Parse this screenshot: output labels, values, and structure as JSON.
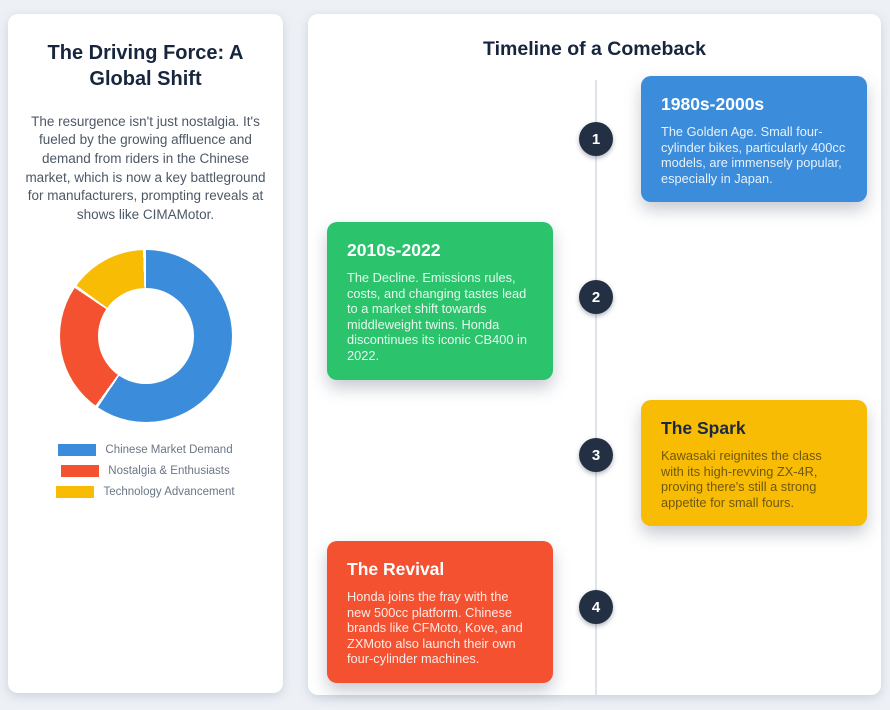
{
  "colors": {
    "page_bg": "#EDF1F6",
    "card_bg": "#FFFFFF",
    "heading_navy": "#17263C",
    "body_gray": "#4D5866",
    "timeline_line": "#DFE3EA",
    "marker_bg": "#233043",
    "legend_text": "#6A7685"
  },
  "left_card": {
    "title": "The Driving Force: A Global Shift",
    "body": "The resurgence isn't just nostalgia. It's fueled by the growing affluence and demand from riders in the Chinese market, which is now a key battleground for manufacturers, prompting reveals at shows like CIMAMotor."
  },
  "chart_data": {
    "type": "doughnut",
    "title": "",
    "labels": [
      "Chinese Market Demand",
      "Nostalgia & Enthusiasts",
      "Technology Advancement"
    ],
    "values": [
      60,
      25,
      15
    ],
    "colors": [
      "#3B8CDB",
      "#F45130",
      "#F8BC04"
    ],
    "legend_position": "bottom",
    "cutout_percent": 55,
    "start_angle_deg": 0,
    "direction": "clockwise"
  },
  "timeline": {
    "title": "Timeline of a Comeback",
    "items": [
      {
        "number": "1",
        "title": "1980s-2000s",
        "body": "The Golden Age. Small four-cylinder bikes, particularly 400cc models, are immensely popular, especially in Japan.",
        "color": "#3B8CDB",
        "side": "right",
        "text_theme": "light"
      },
      {
        "number": "2",
        "title": "2010s-2022",
        "body": "The Decline. Emissions rules, costs, and changing tastes lead to a market shift towards middleweight twins. Honda discontinues its iconic CB400 in 2022.",
        "color": "#2BC46D",
        "side": "left",
        "text_theme": "light"
      },
      {
        "number": "3",
        "title": "The Spark",
        "body": "Kawasaki reignites the class with its high-revving ZX-4R, proving there's still a strong appetite for small fours.",
        "color": "#F8BC04",
        "side": "right",
        "text_theme": "dark"
      },
      {
        "number": "4",
        "title": "The Revival",
        "body": "Honda joins the fray with the new 500cc platform. Chinese brands like CFMoto, Kove, and ZXMoto also launch their own four-cylinder machines.",
        "color": "#F45130",
        "side": "left",
        "text_theme": "light"
      }
    ]
  }
}
